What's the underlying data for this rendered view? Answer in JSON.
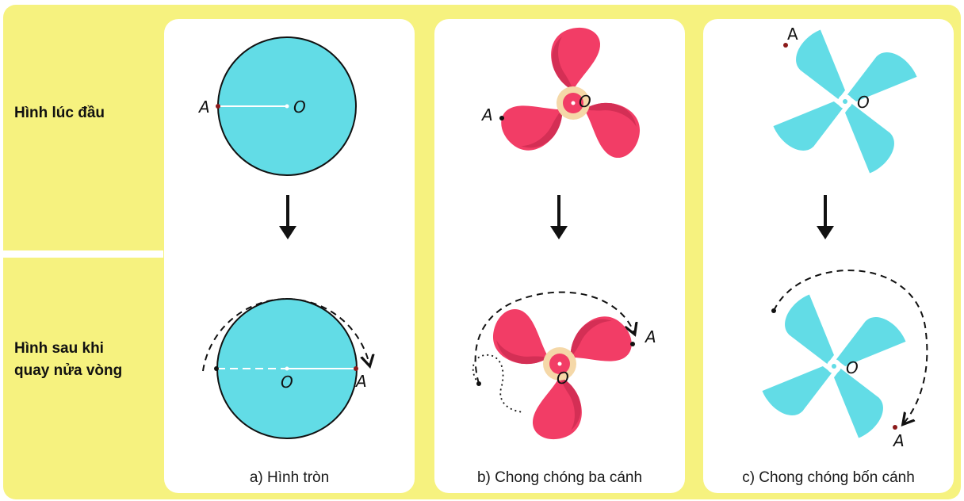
{
  "rows": {
    "initial": "Hình lúc đầu",
    "after_line1": "Hình sau khi",
    "after_line2": "quay nửa vòng"
  },
  "captions": {
    "a": "a) Hình tròn",
    "b": "b) Chong chóng ba cánh",
    "c": "c) Chong chóng bốn cánh"
  },
  "point_labels": {
    "A": "A",
    "O": "O"
  },
  "colors": {
    "background": "#f6f27f",
    "circle_fill": "#62dce6",
    "three_blade_fill": "#f23d66",
    "three_blade_shade": "#d42f55",
    "hub_ring": "#f5d8a8",
    "four_blade_fill": "#62dce6",
    "point_A_marker": "#8b1a1a"
  }
}
